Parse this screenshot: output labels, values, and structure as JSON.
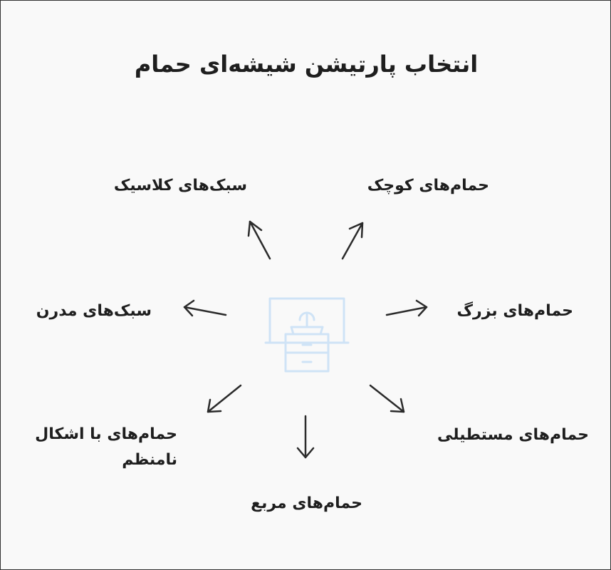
{
  "title": "انتخاب پارتیشن شیشه‌ای حمام",
  "center_icon": "bathroom-vanity-icon",
  "colors": {
    "arrow": "#2b2b2b",
    "icon": "#cfe3f6",
    "text": "#1e1e1e"
  },
  "branches": {
    "classic": "سبک‌های کلاسیک",
    "small": "حمام‌های کوچک",
    "modern": "سبک‌های مدرن",
    "large": "حمام‌های بزرگ",
    "irregular": "حمام‌های با اشکال نامنظم",
    "rectangular": "حمام‌های مستطیلی",
    "square": "حمام‌های مربع"
  }
}
